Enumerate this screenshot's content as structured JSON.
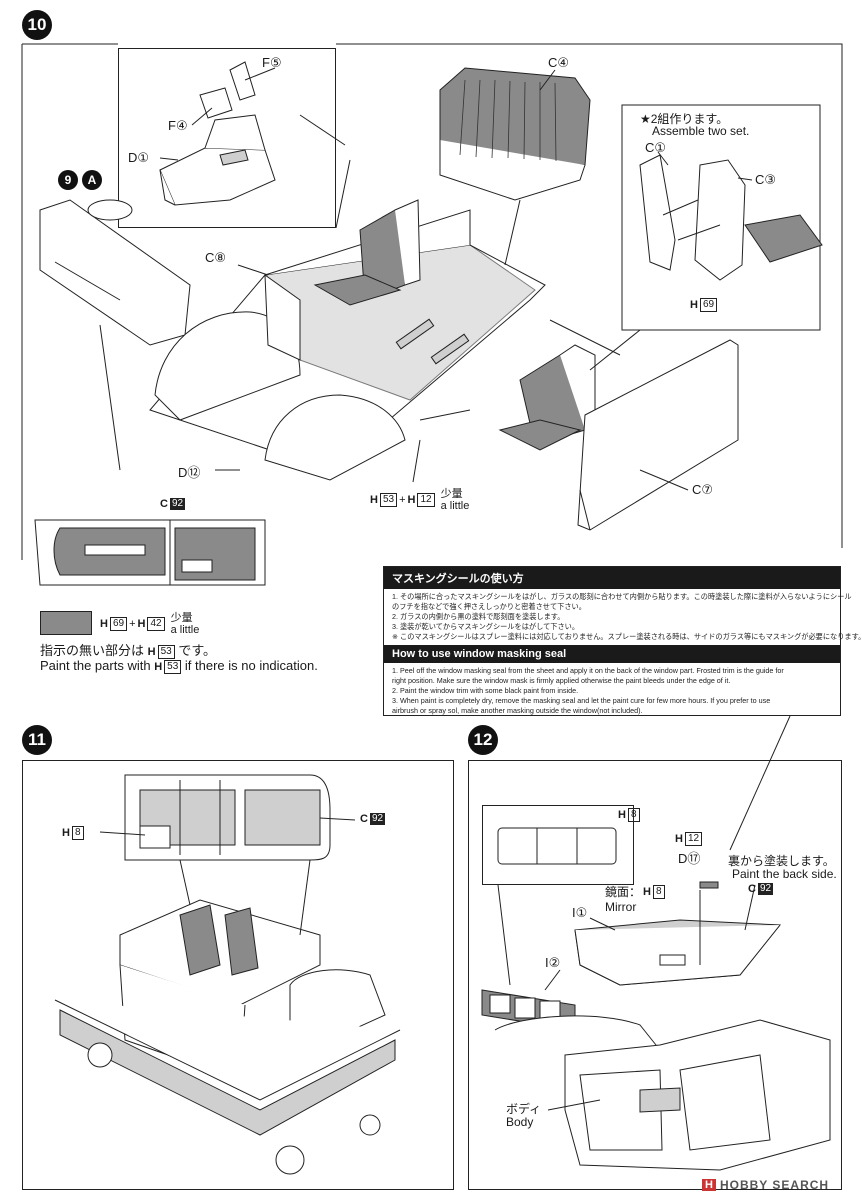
{
  "step10": {
    "number": "10",
    "sub_ref_number": "9",
    "sub_ref_letter": "A",
    "labels": {
      "f5": "F⑤",
      "f4": "F④",
      "d1": "D①",
      "c4": "C④",
      "c8": "C⑧",
      "d12": "D⑫",
      "c7": "C⑦",
      "c1": "C①",
      "c3": "C③"
    },
    "assemble_two_jp": "★2組作ります。",
    "assemble_two_en": "Assemble two set.",
    "paint_d12": {
      "code": "C",
      "num": "92"
    },
    "paint_seat": {
      "code": "H",
      "num": "69"
    },
    "paint_floor": {
      "a_code": "H",
      "a_num": "53",
      "plus": "+",
      "b_code": "H",
      "b_num": "12",
      "note_jp": "少量",
      "note_en": "a little"
    },
    "legend": {
      "a_code": "H",
      "a_num": "69",
      "plus": "+",
      "b_code": "H",
      "b_num": "42",
      "note_jp": "少量",
      "note_en": "a little",
      "text_jp": "指示の無い部分は",
      "text_jp_tail": "です。",
      "text_en_pre": "Paint the parts with",
      "text_en_post": "if there is no indication.",
      "code": "H",
      "num": "53"
    }
  },
  "masking": {
    "title_jp": "マスキングシールの使い方",
    "lines_jp": [
      "1. その場所に合ったマスキングシールをはがし、ガラスの彫刻に合わせて内側から貼ります。この時塗装した際に塗料が入らないようにシール",
      "   のフチを指などで強く押さえしっかりと密着させて下さい。",
      "2. ガラスの内側から黒の塗料で彫刻面を塗装します。",
      "3. 塗装が乾いてからマスキングシールをはがして下さい。",
      "※ このマスキングシールはスプレー塗料には対応しておりません。スプレー塗装される時は、サイドのガラス等にもマスキングが必要になります。"
    ],
    "title_en": "How to use window masking seal",
    "lines_en": [
      "1. Peel off the window masking seal from the sheet and apply it on the back of the window part. Frosted trim is the guide for",
      "right position. Make sure the window mask is firmly applied otherwise the paint bleeds under the edge of it.",
      "2. Paint the window trim with some black paint from inside.",
      "3. When paint is completely dry, remove the masking seal and let the paint cure for few more hours. If you prefer to use",
      "airbrush or spray sol, make another masking outside the window(not included)."
    ]
  },
  "step11": {
    "number": "11",
    "paint_left": {
      "code": "H",
      "num": "8"
    },
    "paint_right": {
      "code": "C",
      "num": "92"
    }
  },
  "step12": {
    "number": "12",
    "paint_window": {
      "code": "H",
      "num": "8"
    },
    "paint_d17": {
      "code": "H",
      "num": "12"
    },
    "d17": "D⑰",
    "mirror_jp": "鏡面：",
    "mirror_code": "H",
    "mirror_num": "8",
    "mirror_en": "Mirror",
    "back_jp": "裏から塗装します。",
    "back_en": "Paint the back side.",
    "paint_back": {
      "code": "C",
      "num": "92"
    },
    "i1": "I①",
    "i2": "I②",
    "body_jp": "ボディ",
    "body_en": "Body"
  },
  "footer": {
    "brand": "HOBBY SEARCH",
    "mark": "H"
  }
}
